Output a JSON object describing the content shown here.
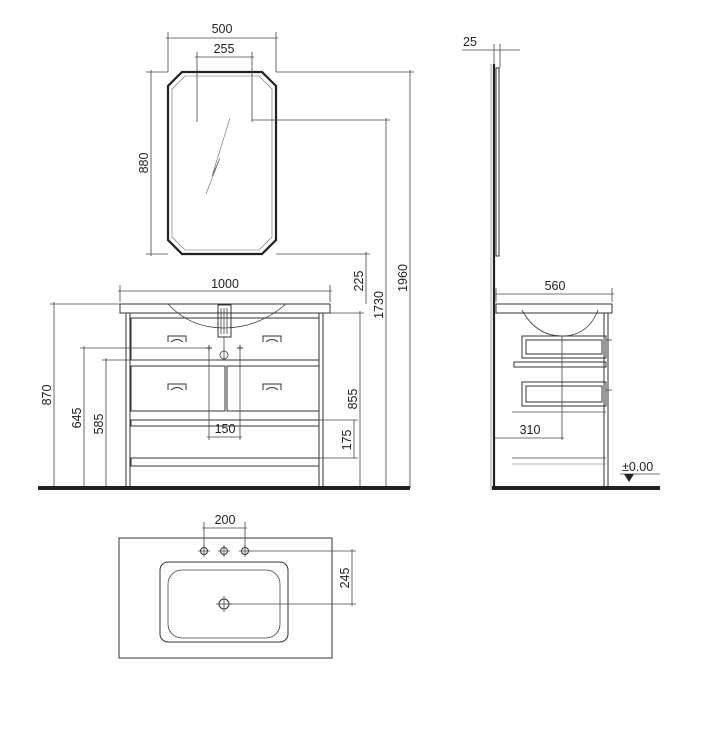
{
  "front_view": {
    "mirror_width": "500",
    "mirror_hole_spacing": "255",
    "mirror_height": "880",
    "mirror_gap": "225",
    "cabinet_width": "1000",
    "total_height": "1960",
    "mirror_hook_height": "1730",
    "cabinet_height": "870",
    "height_645": "645",
    "height_585": "585",
    "height_855": "855",
    "shelf_height": "175",
    "pipe_spacing": "150"
  },
  "side_view": {
    "mirror_depth": "25",
    "cabinet_depth": "560",
    "drain_offset": "310",
    "floor_level": "±0.00"
  },
  "top_view": {
    "tap_spacing": "200",
    "drain_depth": "245"
  },
  "colors": {
    "line": "#333333",
    "floor": "#222222"
  }
}
